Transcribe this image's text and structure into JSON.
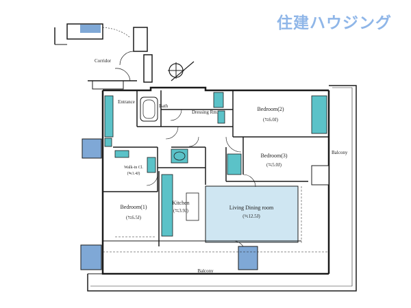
{
  "watermark": "住建ハウジング",
  "rooms": {
    "corridor": "Corridor",
    "entrance": "Entrance",
    "bath": "Bath",
    "dressing": "Dressing Rm.",
    "bedroom2": {
      "name": "Bedroom(2)",
      "size": "(≒6.0J)"
    },
    "bedroom3": {
      "name": "Bedroom(3)",
      "size": "(≒5.0J)"
    },
    "bedroom1": {
      "name": "Bedroom(1)",
      "size": "(≒6.5J)"
    },
    "walkin": {
      "name": "Walk-in Cl.",
      "size": "(≒1.4J)"
    },
    "kitchen": {
      "name": "Kitchen",
      "size": "(≒3.9J)"
    },
    "living": {
      "name": "Living Dining room",
      "size": "(≒12.5J)"
    },
    "balcony_right": "Balcony",
    "balcony_bottom": "Balcony"
  },
  "colors": {
    "fixture": "#5bc2c8",
    "column": "#7fa8d6",
    "floor": "#cfe6f2",
    "wall": "#1a1a1a",
    "watermark": "#8fb6e8"
  },
  "icons": [
    "compass-icon"
  ]
}
